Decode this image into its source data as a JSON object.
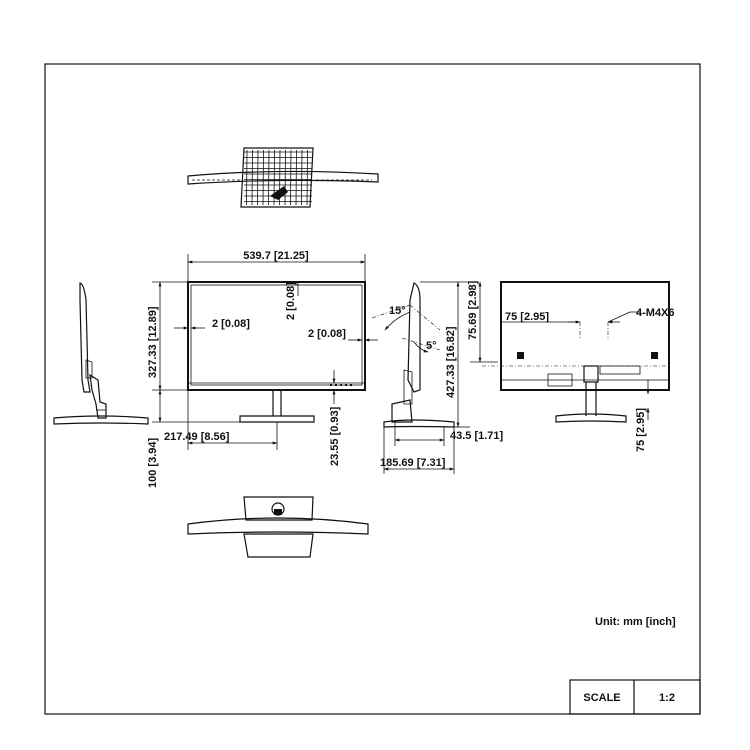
{
  "dimensions": {
    "total_width": "539.7  [21.25]",
    "bezel_side": "2  [0.08]",
    "bezel_top": "2  [0.08]",
    "bezel_side_2": "2  [0.08]",
    "screen_height": "327.33  [12.89]",
    "overall_height": "427.33  [16.82]",
    "stand_height": "100  [3.94]",
    "stand_offset": "217.49  [8.56]",
    "bottom_bezel": "23.55  [0.93]",
    "tilt_back": "15°",
    "tilt_forward": "5°",
    "side_top": "75.69  [2.98]",
    "side_base": "43.5  [1.71]",
    "side_depth": "185.69  [7.31]",
    "vesa_horizontal": "75  [2.95]",
    "vesa_vertical": "75  [2.95]",
    "vesa_screws": "4-M4X6"
  },
  "notes": {
    "unit": "Unit: mm [inch]"
  },
  "title_block": {
    "scale_label": "SCALE",
    "scale_value": "1:2"
  }
}
